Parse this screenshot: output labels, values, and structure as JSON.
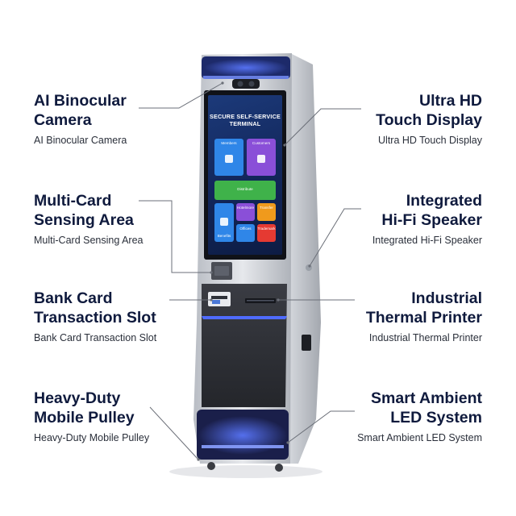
{
  "callouts": {
    "left": [
      {
        "line1": "AI Binocular",
        "line2": "Camera",
        "sub": "AI Binocular Camera"
      },
      {
        "line1": "Multi-Card",
        "line2": "Sensing Area",
        "sub": "Multi-Card Sensing Area"
      },
      {
        "line1": "Bank Card",
        "line2": "Transaction Slot",
        "sub": "Bank Card Transaction Slot"
      },
      {
        "line1": "Heavy-Duty",
        "line2": "Mobile Pulley",
        "sub": "Heavy-Duty Mobile Pulley"
      }
    ],
    "right": [
      {
        "line1": "Ultra HD",
        "line2": "Touch Display",
        "sub": "Ultra HD Touch Display"
      },
      {
        "line1": "Integrated",
        "line2": "Hi-Fi Speaker",
        "sub": "Integrated Hi-Fi Speaker"
      },
      {
        "line1": "Industrial",
        "line2": "Thermal Printer",
        "sub": "Industrial Thermal Printer"
      },
      {
        "line1": "Smart Ambient",
        "line2": "LED System",
        "sub": "Smart Ambient LED System"
      }
    ]
  },
  "screen": {
    "heading_line1": "SECURE SELF-SERVICE",
    "heading_line2": "TERMINAL",
    "tiles": [
      "Members",
      "Customers",
      "Distribute",
      "Benefits",
      "Hotelmore",
      "Transfer",
      "Offices",
      "Trademark"
    ]
  },
  "colors": {
    "ledBlue": "#3a5bff",
    "bodySilver": "#c8cbd1",
    "bodyDark": "#2b2d33",
    "screenBlue": "#16306a",
    "tileBlue": "#2f86e8",
    "tilePurple": "#8a4fd8",
    "tileGreen": "#3fb24a",
    "tileOrange": "#f09a1c",
    "tileRed": "#e53a32"
  }
}
